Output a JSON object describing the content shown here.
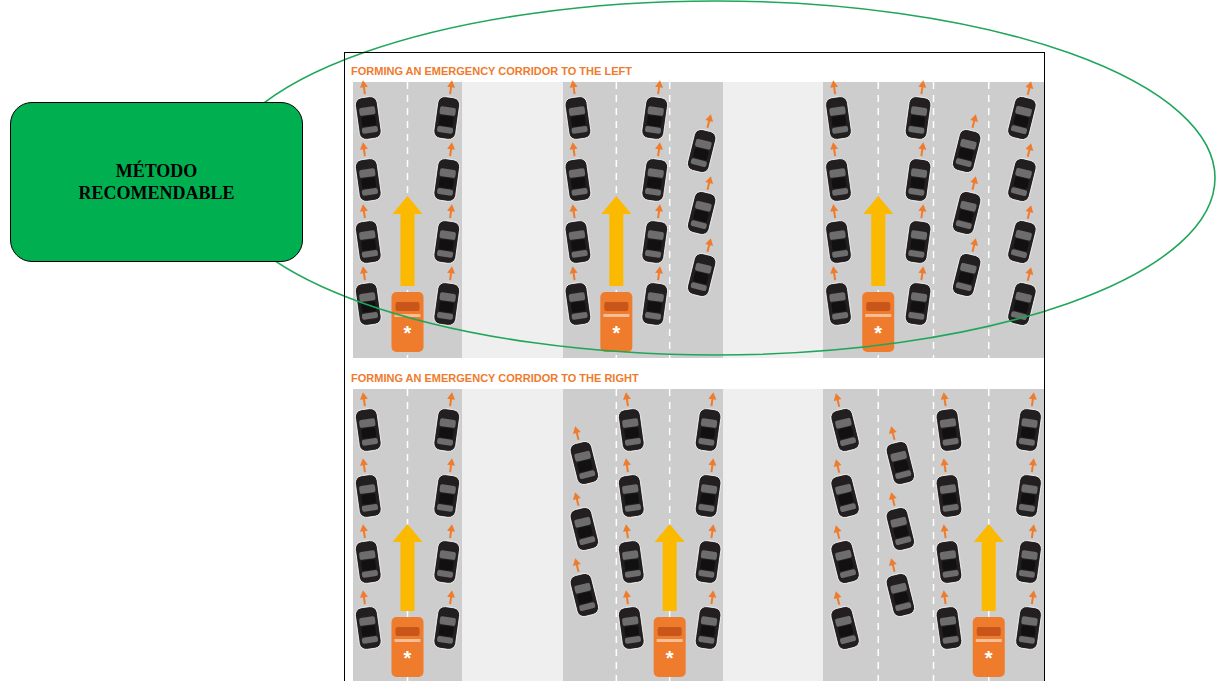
{
  "diagram": {
    "nodes": [
      {
        "text": [
          "MÉTODO RECOMENDABLE"
        ]
      }
    ],
    "labels": [
      "FORMING AN EMERGENCY CORRIDOR TO THE LEFT",
      "*",
      "*",
      "*",
      "FORMING AN EMERGENCY CORRIDOR TO THE RIGHT",
      "*",
      "*",
      "*"
    ]
  }
}
